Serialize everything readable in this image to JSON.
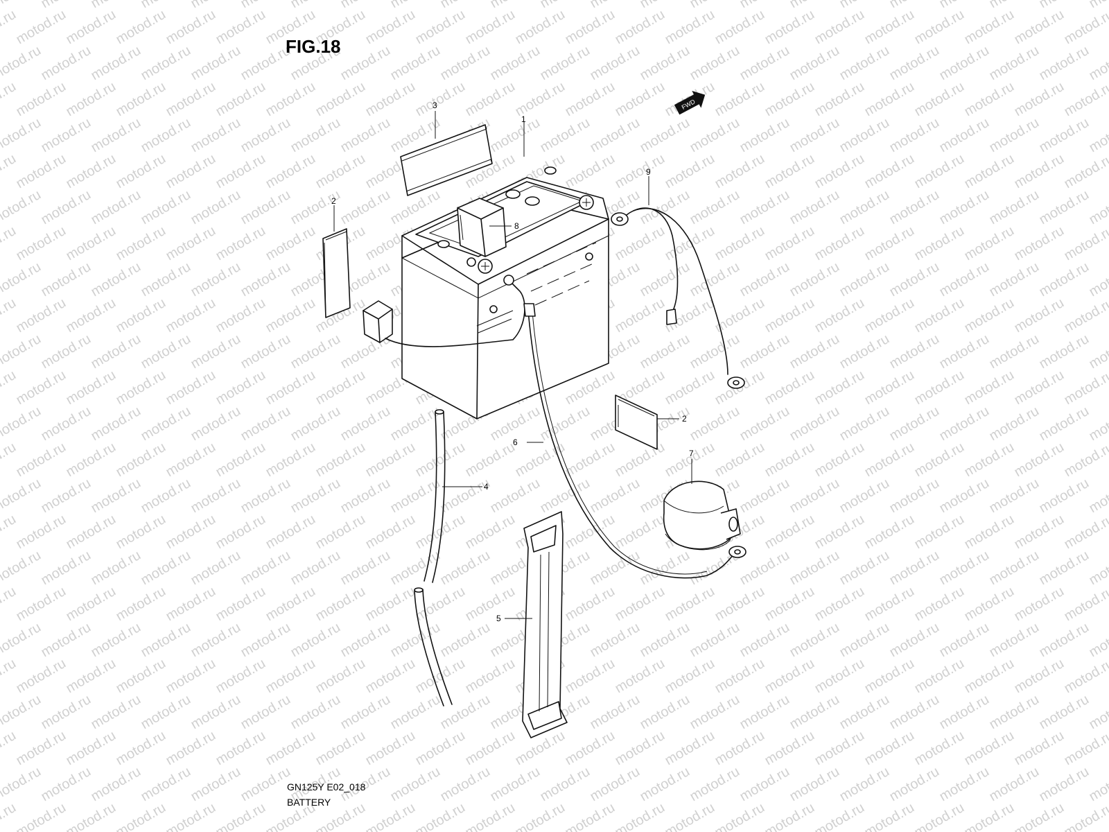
{
  "figure": {
    "title": "FIG.18",
    "model_code": "GN125Y E02_018",
    "caption": "BATTERY"
  },
  "watermark": {
    "text": "motod.ru",
    "color": "#d0d0d0"
  },
  "direction_marker": {
    "label": "FWD",
    "icon": "forward-arrow-icon"
  },
  "callouts": [
    {
      "id": "1",
      "label": "1",
      "part": "battery"
    },
    {
      "id": "2a",
      "label": "2",
      "part": "label-sticker"
    },
    {
      "id": "2b",
      "label": "2",
      "part": "label-sticker"
    },
    {
      "id": "3",
      "label": "3",
      "part": "top-label-plate"
    },
    {
      "id": "4",
      "label": "4",
      "part": "breather-hose"
    },
    {
      "id": "5",
      "label": "5",
      "part": "battery-band"
    },
    {
      "id": "6",
      "label": "6",
      "part": "negative-lead"
    },
    {
      "id": "7",
      "label": "7",
      "part": "terminal-cover"
    },
    {
      "id": "8",
      "label": "8",
      "part": "positive-terminal-cover"
    },
    {
      "id": "9",
      "label": "9",
      "part": "positive-lead"
    }
  ]
}
